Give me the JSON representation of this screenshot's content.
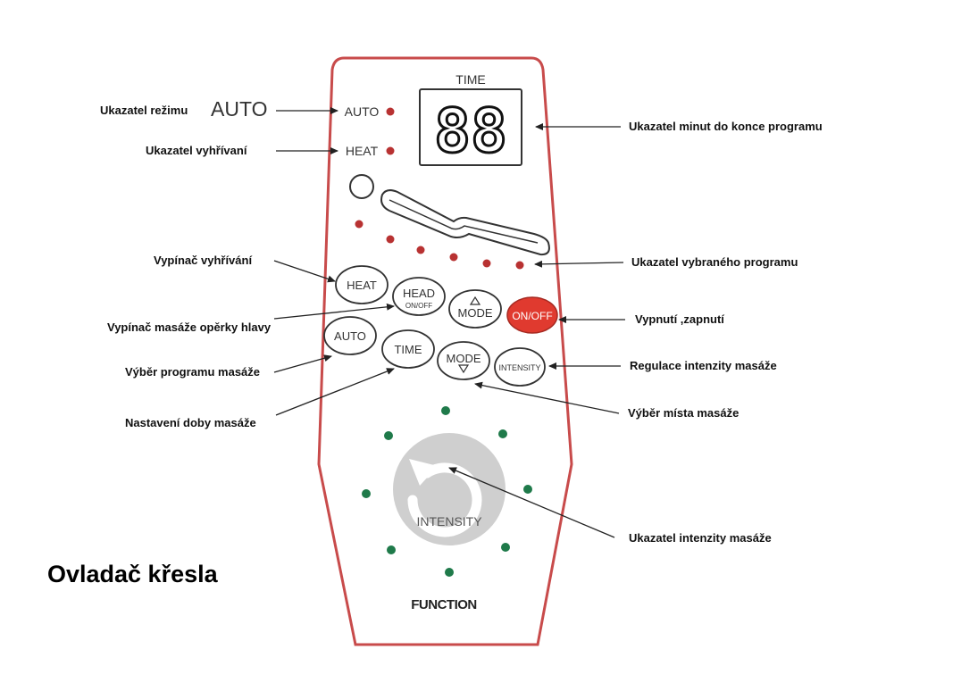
{
  "title": "Ovladač křesla",
  "callout_auto_word": "AUTO",
  "remote": {
    "time_label": "TIME",
    "display_value": "88",
    "auto_indicator": "AUTO",
    "heat_indicator": "HEAT",
    "buttons": {
      "heat": "HEAT",
      "head": "HEAD",
      "head_sub": "ON/OFF",
      "mode_up": "MODE",
      "onoff": "ON/OFF",
      "auto": "AUTO",
      "time": "TIME",
      "mode_down": "MODE",
      "intensity": "INTENSITY"
    },
    "intensity_dial": "INTENSITY",
    "function_label": "FUNCTION",
    "colors": {
      "outline": "#c84b4b",
      "indicator_red": "#b83232",
      "onoff_red": "#e03a2f",
      "intensity_green": "#1f7a4a",
      "dial_gray": "#c9c9c9"
    }
  },
  "labels": {
    "mode_indicator": "Ukazatel režimu",
    "heating_indicator": "Ukazatel vyhřívaní",
    "minutes_indicator": "Ukazatel minut do konce programu",
    "heating_switch": "Vypínač vyhřívání",
    "program_indicator": "Ukazatel vybraného programu",
    "headrest_switch": "Vypínač masáže opěrky hlavy",
    "power": "Vypnutí ,zapnutí",
    "program_select": "Výběr programu masáže",
    "intensity_regulation": "Regulace intenzity masáže",
    "time_setting": "Nastavení doby masáže",
    "location_select": "Výběr místa masáže",
    "intensity_indicator": "Ukazatel intenzity masáže"
  }
}
